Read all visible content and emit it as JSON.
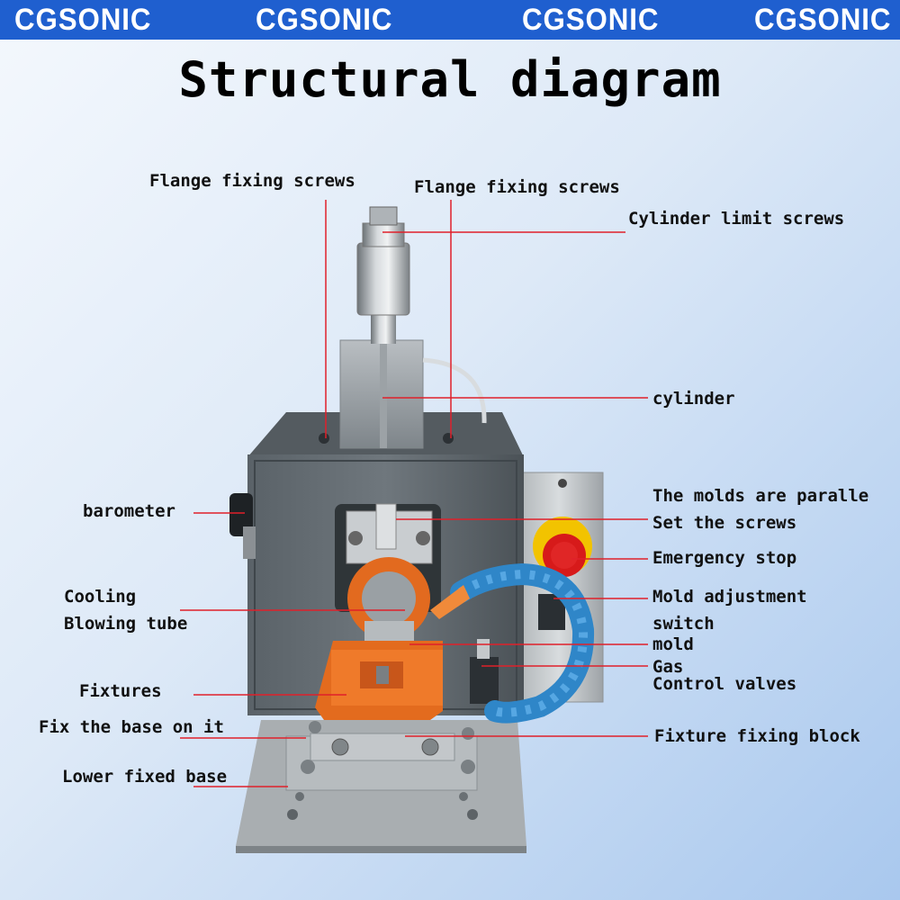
{
  "banner": {
    "brands": [
      "CGSONIC",
      "CGSONIC",
      "CGSONIC",
      "CGSONIC"
    ],
    "color": "#1f5fcf"
  },
  "title": "Structural diagram",
  "labels": {
    "flange_left": "Flange fixing screws",
    "flange_right": "Flange fixing screws",
    "cylinder_limit": "Cylinder limit screws",
    "cylinder": "cylinder",
    "barometer": "barometer",
    "molds_parallel": "The molds are paralle",
    "set_screws": "Set the screws",
    "emergency_stop": "Emergency stop",
    "cooling_1": "Cooling",
    "cooling_2": "Blowing tube",
    "mold_adjust_1": "Mold adjustment",
    "mold_adjust_2": "switch",
    "mold": "mold",
    "gas_1": "Gas",
    "gas_2": "Control valves",
    "fixtures": "Fixtures",
    "fix_base": "Fix the base on it",
    "fixture_block": "Fixture fixing block",
    "lower_base": "Lower fixed base"
  },
  "leader_color": "#e0202a"
}
